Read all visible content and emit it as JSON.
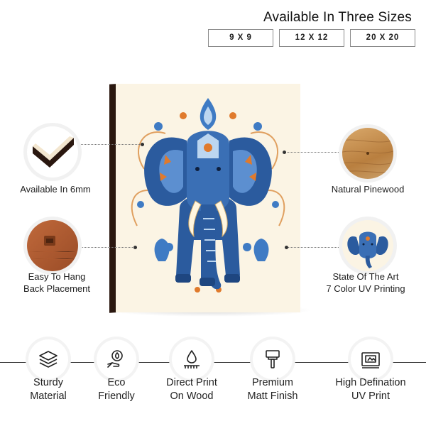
{
  "sizes": {
    "title": "Available In Three Sizes",
    "options": [
      "9 X 9",
      "12 X 12",
      "20 X 20"
    ]
  },
  "features_left": [
    {
      "icon": "board-thickness-icon",
      "lines": [
        "Available In  6mm"
      ]
    },
    {
      "icon": "hanging-slot-icon",
      "lines": [
        "Easy To Hang",
        "Back Placement"
      ]
    }
  ],
  "features_right": [
    {
      "icon": "pinewood-texture-icon",
      "lines": [
        "Natural Pinewood"
      ]
    },
    {
      "icon": "elephant-print-icon",
      "lines": [
        "State Of The Art",
        "7 Color UV Printing"
      ]
    }
  ],
  "bottom_features": [
    {
      "icon": "layers-icon",
      "lines": [
        "Sturdy",
        "Material"
      ]
    },
    {
      "icon": "eco-hand-icon",
      "lines": [
        "Eco",
        "Friendly"
      ]
    },
    {
      "icon": "ink-drop-icon",
      "lines": [
        "Direct Print",
        "On Wood"
      ]
    },
    {
      "icon": "paint-brush-icon",
      "lines": [
        "Premium",
        "Matt Finish"
      ]
    },
    {
      "icon": "uv-printer-icon",
      "lines": [
        "High Defination",
        "UV Print"
      ]
    }
  ],
  "colors": {
    "elephant_blue": "#2b5b9e",
    "accent_orange": "#e07a2c",
    "board_background": "#fbf4e4",
    "board_edge": "#2a170f"
  }
}
